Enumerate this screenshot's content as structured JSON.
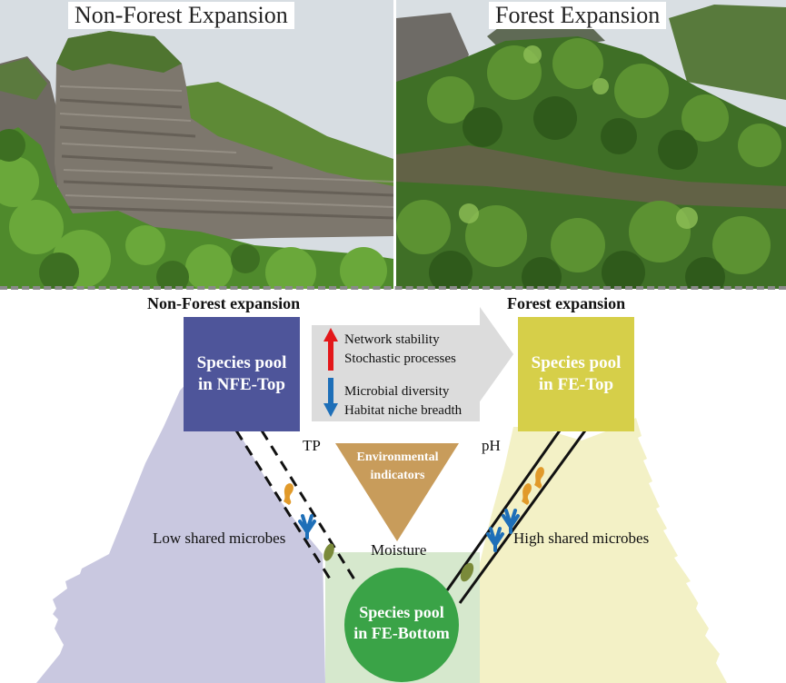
{
  "photos": {
    "left_title": "Non-Forest Expansion",
    "right_title": "Forest Expansion"
  },
  "diagram": {
    "left_heading": "Non-Forest expansion",
    "right_heading": "Forest expansion",
    "nfe_top_pool": {
      "line1": "Species pool",
      "line2": "in NFE-Top",
      "color": "#4e559a"
    },
    "fe_top_pool": {
      "line1": "Species pool",
      "line2": "in FE-Top",
      "color": "#d6cf49"
    },
    "fe_bottom_pool": {
      "line1": "Species pool",
      "line2": "in FE-Bottom",
      "color": "#3aa347"
    },
    "trend_arrow": {
      "increase": [
        "Network stability",
        "Stochastic processes"
      ],
      "decrease": [
        "Microbial diversity",
        "Habitat niche breadth"
      ],
      "up_color": "#e3171a",
      "down_color": "#1e6fb8"
    },
    "env_indicators": {
      "line1": "Environmental",
      "line2": "indicators",
      "color": "#c89c5b"
    },
    "factors": {
      "left": "TP",
      "right": "pH",
      "bottom": "Moisture"
    },
    "low_shared": "Low shared microbes",
    "high_shared": "High shared microbes",
    "colors": {
      "left_mountain": "#c9c8e0",
      "right_mountain": "#f3f1c6",
      "valley": "#d6e8cd"
    }
  }
}
